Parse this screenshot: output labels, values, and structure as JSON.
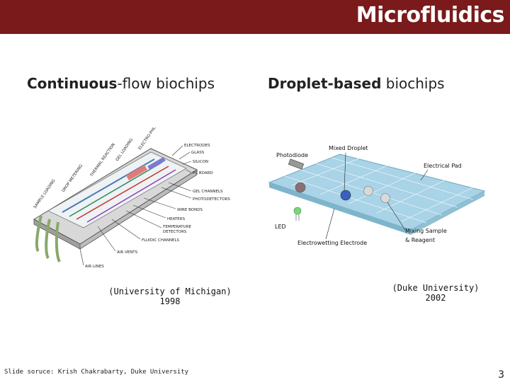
{
  "header": {
    "title": "Microfluidics"
  },
  "left": {
    "heading_bold": "Continuous",
    "heading_rest": "-flow biochips",
    "caption_line1": "(University of Michigan)",
    "caption_line2": "1998",
    "labels": {
      "electrodes": "ELECTRODES",
      "glass": "GLASS",
      "silicon": "SILICON",
      "pc_board": "PC BOARD",
      "gel_channels": "GEL CHANNELS",
      "photodetectors": "PHOTODETECTORS",
      "wire_bonds": "WIRE BONDS",
      "heaters": "HEATERS",
      "temperature": "TEMPERATURE",
      "detectors": "DETECTORS",
      "fluidic_channels": "FLUIDIC CHANNELS",
      "air_vents": "AIR VENTS",
      "air_lines": "AIR LINES",
      "sample_loading": "SAMPLE LOADING",
      "drop_metering": "DROP METERING",
      "thermal_reaction": "THERMAL REACTION",
      "gel_loading": "GEL LOADING",
      "electrophoresis": "ELECTRO-PHORESIS"
    }
  },
  "right": {
    "heading_bold": "Droplet-based",
    "heading_rest": " biochips",
    "caption_line1": "(Duke University)",
    "caption_line2": "2002",
    "labels": {
      "photodiode": "Photodiode",
      "mixed_droplet": "Mixed Droplet",
      "electrical_pad": "Electrical Pad",
      "led": "LED",
      "mixing_sample": "Mixing Sample",
      "reagent": "& Reagent",
      "electrowetting": "Electrowetting Electrode"
    }
  },
  "footer": {
    "credit": "Slide soruce: Krish Chakrabarty, Duke University",
    "page_number": "3"
  },
  "colors": {
    "header": "#7a1a1a",
    "chip_blue": "#a9d3e6",
    "droplet_blue": "#3b5fc0"
  }
}
